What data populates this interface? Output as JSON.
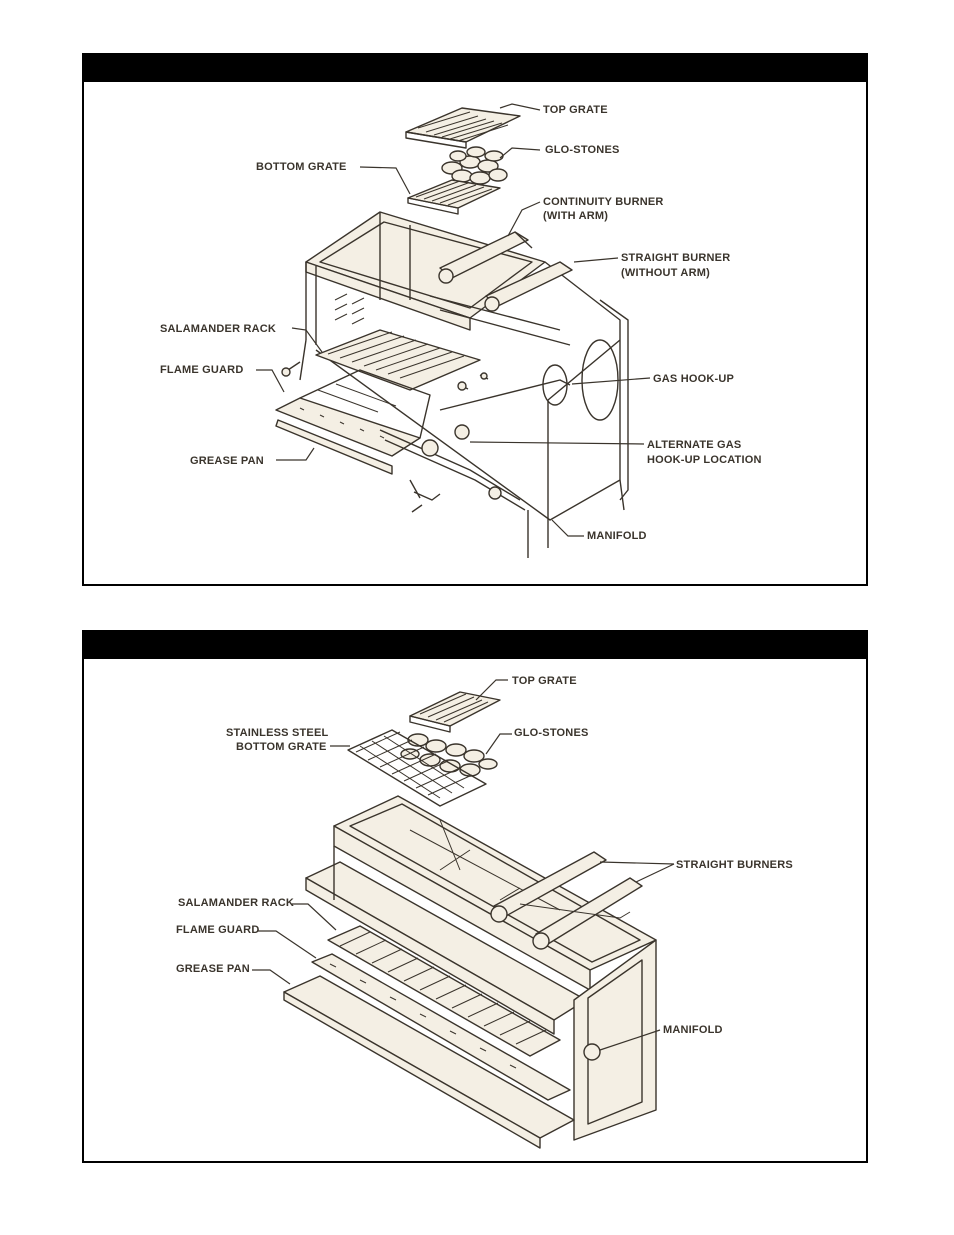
{
  "diagram_top": {
    "labels": {
      "top_grate": "TOP GRATE",
      "glo_stones": "GLO-STONES",
      "bottom_grate": "BOTTOM GRATE",
      "continuity_burner_1": "CONTINUITY BURNER",
      "continuity_burner_2": "(WITH ARM)",
      "straight_burner_1": "STRAIGHT BURNER",
      "straight_burner_2": "(WITHOUT ARM)",
      "salamander_rack": "SALAMANDER RACK",
      "flame_guard": "FLAME GUARD",
      "gas_hookup": "GAS HOOK-UP",
      "alt_gas_1": "ALTERNATE GAS",
      "alt_gas_2": "HOOK-UP LOCATION",
      "grease_pan": "GREASE PAN",
      "manifold": "MANIFOLD"
    }
  },
  "diagram_bottom": {
    "labels": {
      "top_grate": "TOP GRATE",
      "ss_bottom_grate_1": "STAINLESS STEEL",
      "ss_bottom_grate_2": "BOTTOM GRATE",
      "glo_stones": "GLO-STONES",
      "straight_burners": "STRAIGHT BURNERS",
      "salamander_rack": "SALAMANDER RACK",
      "flame_guard": "FLAME GUARD",
      "grease_pan": "GREASE PAN",
      "manifold": "MANIFOLD"
    }
  }
}
